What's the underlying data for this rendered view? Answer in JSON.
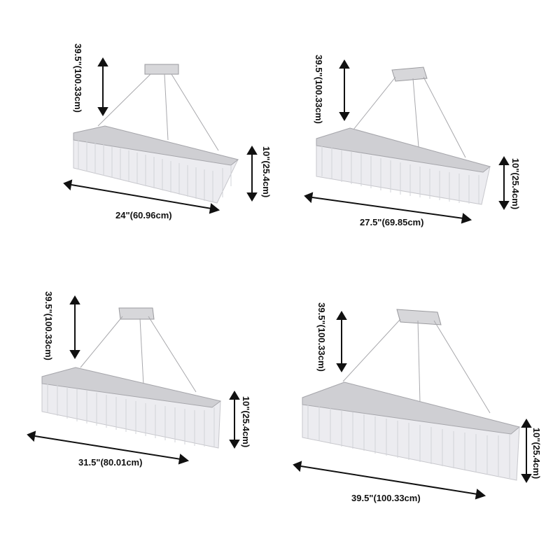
{
  "products": [
    {
      "id": "p1",
      "drop_height": "39.5\"(100.33cm)",
      "body_height": "10\"(25.4cm)",
      "length": "24\"(60.96cm)"
    },
    {
      "id": "p2",
      "drop_height": "39.5\"(100.33cm)",
      "body_height": "10\"(25.4cm)",
      "length": "27.5\"(69.85cm)"
    },
    {
      "id": "p3",
      "drop_height": "39.5\"(100.33cm)",
      "body_height": "10\"(25.4cm)",
      "length": "31.5\"(80.01cm)"
    },
    {
      "id": "p4",
      "drop_height": "39.5\"(100.33cm)",
      "body_height": "10\"(25.4cm)",
      "length": "39.5\"(100.33cm)"
    }
  ],
  "colors": {
    "metal": "#c9c9cc",
    "crystal": "#e9eaee",
    "line": "#111111"
  }
}
